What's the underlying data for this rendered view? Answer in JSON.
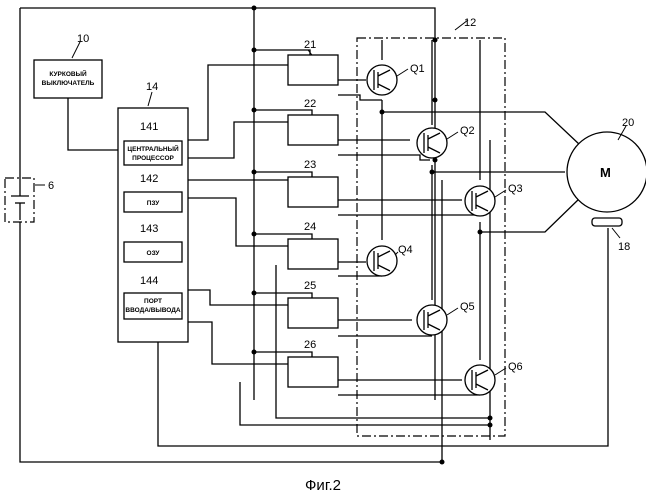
{
  "figure_caption": "Фиг.2",
  "trigger_switch": {
    "ref": "10",
    "line1": "КУРКОВЫЙ",
    "line2": "ВЫКЛЮЧАТЕЛЬ"
  },
  "controller": {
    "ref": "14",
    "cpu": {
      "ref": "141",
      "line1": "ЦЕНТРАЛЬНЫЙ",
      "line2": "ПРОЦЕССОР"
    },
    "rom": {
      "ref": "142",
      "label": "ПЗУ"
    },
    "ram": {
      "ref": "143",
      "label": "ОЗУ"
    },
    "io": {
      "ref": "144",
      "line1": "ПОРТ",
      "line2": "ВВОДА/ВЫВОДА"
    }
  },
  "battery": {
    "ref": "6"
  },
  "inverter": {
    "ref": "12"
  },
  "drivers": [
    "21",
    "22",
    "23",
    "24",
    "25",
    "26"
  ],
  "transistors": [
    "Q1",
    "Q2",
    "Q3",
    "Q4",
    "Q5",
    "Q6"
  ],
  "motor": {
    "ref": "20",
    "label": "M"
  },
  "sensor": {
    "ref": "18"
  }
}
